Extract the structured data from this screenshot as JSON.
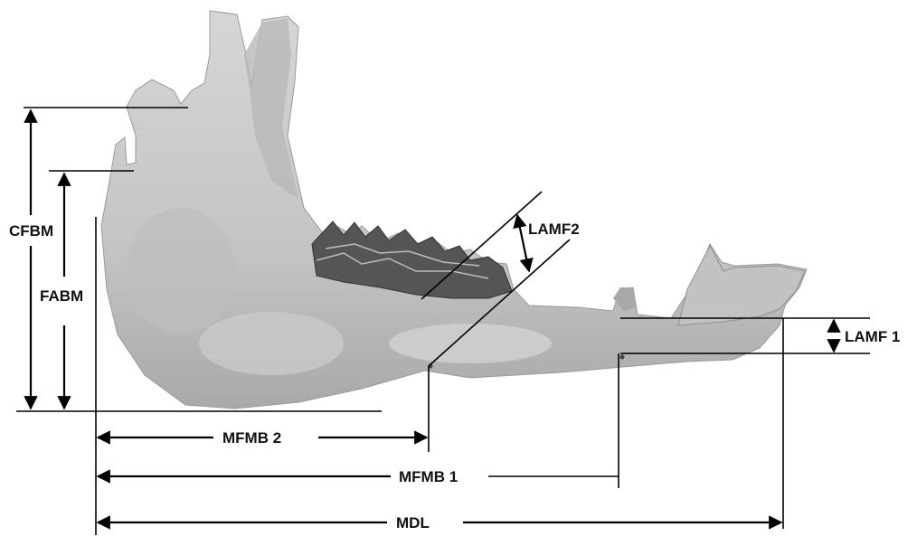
{
  "measurements": {
    "cfbm": "CFBM",
    "fabm": "FABM",
    "lamf2": "LAMF2",
    "lamf1": "LAMF 1",
    "mfmb2": "MFMB 2",
    "mfmb1": "MFMB 1",
    "mdl": "MDL"
  },
  "colors": {
    "bone_light": "#cfcfcf",
    "bone_mid": "#b3b3b3",
    "bone_dark": "#8a8a8a",
    "teeth": "#4a4a4a",
    "lines": "#000000"
  }
}
